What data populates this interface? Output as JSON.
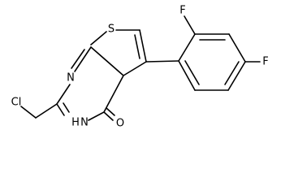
{
  "molecule": {
    "atoms": {
      "sulfur": "S",
      "fluorine_ortho": "F",
      "fluorine_para": "F",
      "chlorine": "Cl",
      "nitrogen_ring": "N",
      "nitrogen_h": "N",
      "hydrogen_on_n": "H",
      "oxygen": "O"
    }
  }
}
